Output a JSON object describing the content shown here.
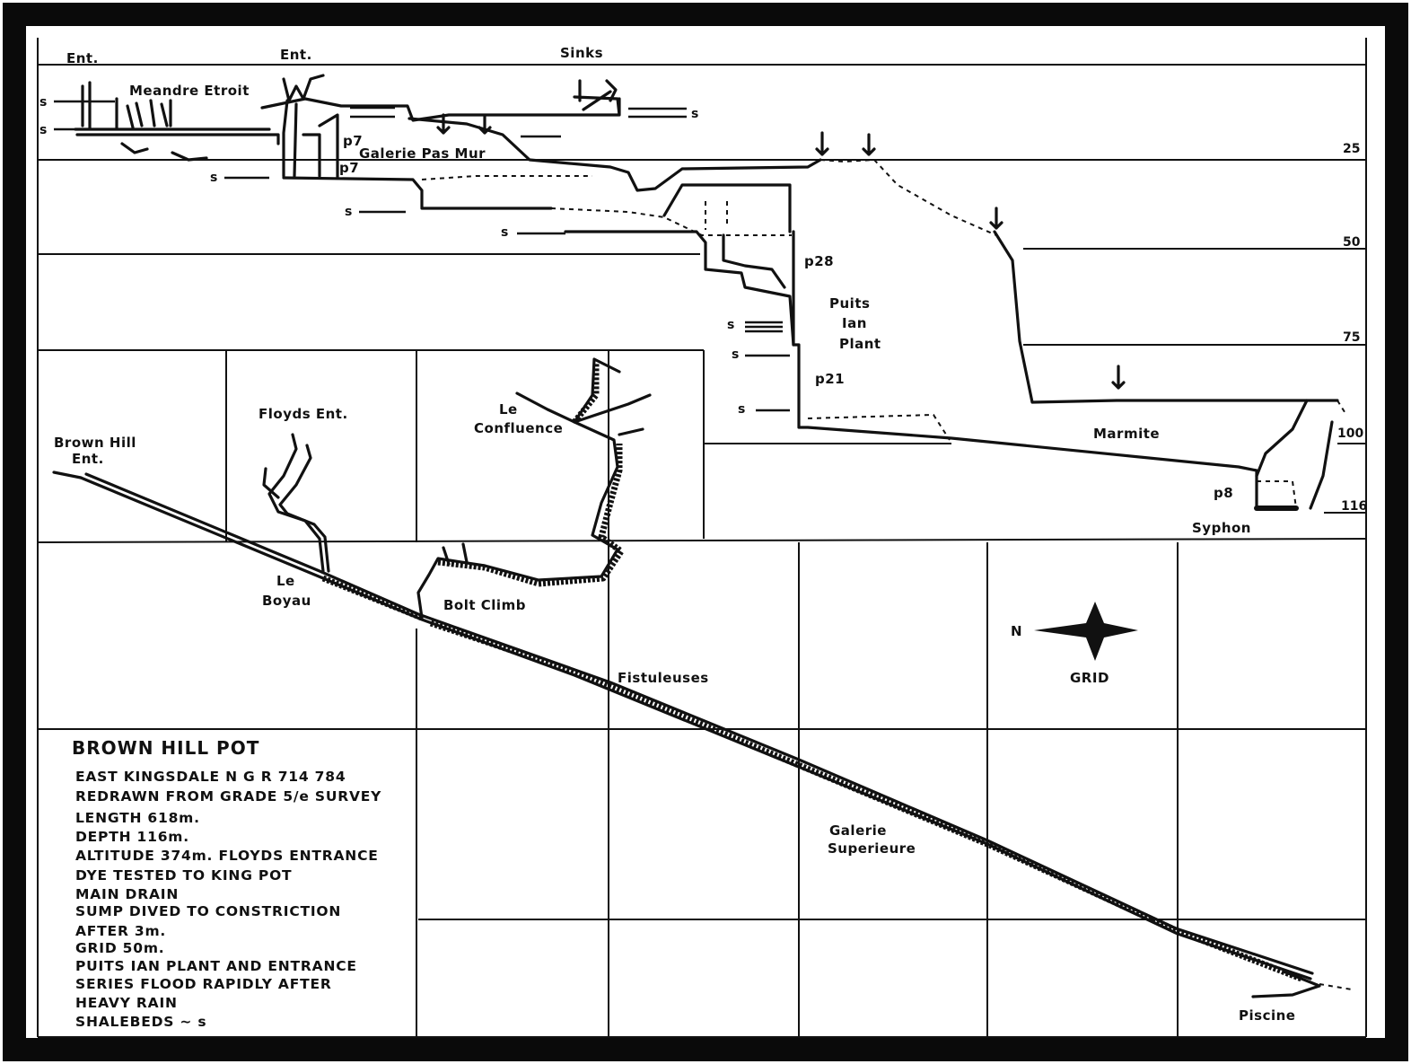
{
  "title": "BROWN HILL POT",
  "notes": [
    "EAST KINGSDALE  N G R 714    784",
    "REDRAWN FROM GRADE 5/e SURVEY",
    "LENGTH 618m.",
    "DEPTH    116m.",
    "ALTITUDE 374m. FLOYDS ENTRANCE",
    "DYE TESTED TO KING POT",
    "MAIN DRAIN",
    "SUMP DIVED TO CONSTRICTION",
    "AFTER 3m.",
    "GRID 50m.",
    "PUITS IAN PLANT AND ENTRANCE",
    "SERIES FLOOD RAPIDLY AFTER",
    "HEAVY RAIN",
    "SHALEBEDS ~ s"
  ],
  "elevation": {
    "labels": {
      "ent1": "Ent.",
      "ent2": "Ent.",
      "sinks": "Sinks",
      "meandre": "Meandre Etroit",
      "galerie_pas_mur": "Galerie Pas Mur",
      "p7a": "p7",
      "p7b": "p7",
      "p28": "p28",
      "puits1": "Puits",
      "puits2": "Ian",
      "puits3": "Plant",
      "p21": "p21",
      "marmite": "Marmite",
      "p8": "p8",
      "syphon": "Syphon",
      "shale": "s"
    },
    "depths": [
      "25",
      "50",
      "75",
      "100",
      "116"
    ]
  },
  "plan": {
    "labels": {
      "brown_hill_ent_1": "Brown Hill",
      "brown_hill_ent_2": "Ent.",
      "floyds_ent": "Floyds Ent.",
      "le_confluence_1": "Le",
      "le_confluence_2": "Confluence",
      "le_boyau_1": "Le",
      "le_boyau_2": "Boyau",
      "bolt_climb": "Bolt Climb",
      "fistuleuses": "Fistuleuses",
      "galerie_superieure_1": "Galerie",
      "galerie_superieure_2": "Superieure",
      "piscine": "Piscine"
    },
    "north_arrow": {
      "letter": "N",
      "caption": "GRID"
    }
  }
}
